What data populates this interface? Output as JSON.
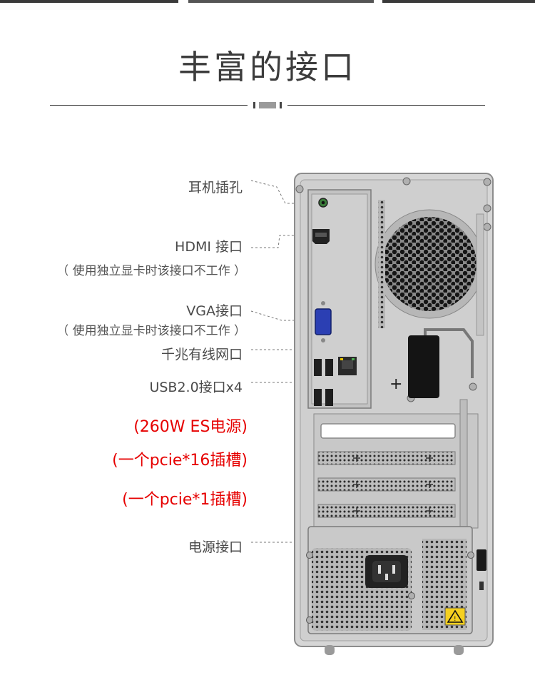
{
  "title": "丰富的接口",
  "labels": {
    "headphone": "耳机插孔",
    "hdmi": "HDMI 接口",
    "hdmi_note": "（ 使用独立显卡时该接口不工作 ）",
    "vga": "VGA接口",
    "vga_note": "（ 使用独立显卡时该接口不工作 ）",
    "ethernet": "千兆有线网口",
    "usb": "USB2.0接口x4",
    "power_supply": "(260W ES电源)",
    "pcie16": "(一个pcie*16插槽)",
    "pcie1": "(一个pcie*1插槽)",
    "power_port": "电源接口"
  },
  "colors": {
    "chassis": "#d4d4d4",
    "red_text": "#e60000",
    "vga_blue": "#2b3fb3",
    "warning_yellow": "#f5d020"
  }
}
